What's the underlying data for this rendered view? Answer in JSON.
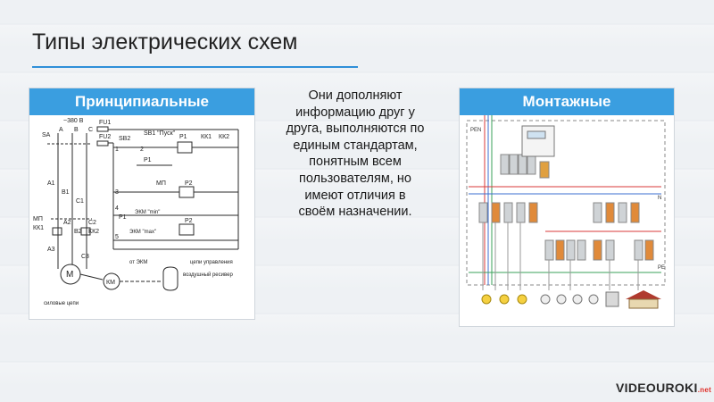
{
  "slide": {
    "title": "Типы электрических схем"
  },
  "left_panel": {
    "header": "Принципиальные",
    "diagram_labels": {
      "voltage": "~380 В",
      "phase_a": "А",
      "phase_b": "В",
      "phase_c": "С",
      "switch": "SA",
      "fu1": "FU1",
      "fu2": "FU2",
      "sb2": "SB2",
      "sb1": "SB1 \"Пуск\"",
      "p1_top": "Р1",
      "kk1": "КК1",
      "kk2_top": "КК2",
      "mp_mid": "МП",
      "p2_mid": "Р2",
      "p1_mid": "Р1",
      "ekm_min": "ЭКМ \"min\"",
      "ekm_max": "ЭКМ \"max\"",
      "p2_bottom": "Р2",
      "a1": "А1",
      "b1": "В1",
      "c1": "С1",
      "mp_left": "МП",
      "kk1_left": "КК1",
      "a2": "А2",
      "b2": "В2",
      "c2": "С2",
      "kk2_left": "КК2",
      "a3": "А3",
      "c3": "С3",
      "motor": "М",
      "compressor": "КМ",
      "from_ekm": "от ЭКМ",
      "control_circuit": "цепи управления",
      "receiver": "воздушный ресивер",
      "power_circuit": "силовые цепи",
      "num1": "1",
      "num2": "2",
      "num3": "3",
      "num4": "4",
      "num5": "5"
    }
  },
  "right_panel": {
    "header": "Монтажные",
    "diagram_labels": {
      "pen": "PEN",
      "n": "N",
      "pe": "PE"
    }
  },
  "center_text": {
    "line1": "Они дополняют",
    "line2": "информацию друг у",
    "line3": "друга, выполняются по",
    "line4": "единым стандартам,",
    "line5": "понятным всем",
    "line6": "пользователям, но",
    "line7": "имеют отличия в",
    "line8": "своём назначении."
  },
  "brand": {
    "part1": "VIDEOUROKI",
    "part2": ".net"
  }
}
